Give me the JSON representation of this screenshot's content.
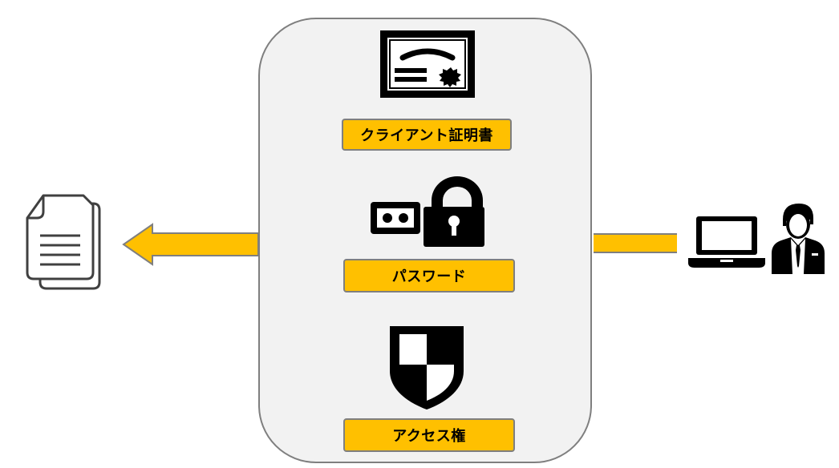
{
  "security": {
    "certificate_label": "クライアント証明書",
    "password_label": "パスワード",
    "access_label": "アクセス権"
  },
  "icons": {
    "certificate": "certificate-icon",
    "password": "password-lock-icon",
    "shield": "shield-icon",
    "document": "document-icon",
    "laptop": "laptop-icon",
    "user": "businessman-icon"
  },
  "colors": {
    "accent": "#ffc000",
    "panel": "#f2f2f2",
    "border": "#7f7f7f",
    "icon": "#000000"
  }
}
